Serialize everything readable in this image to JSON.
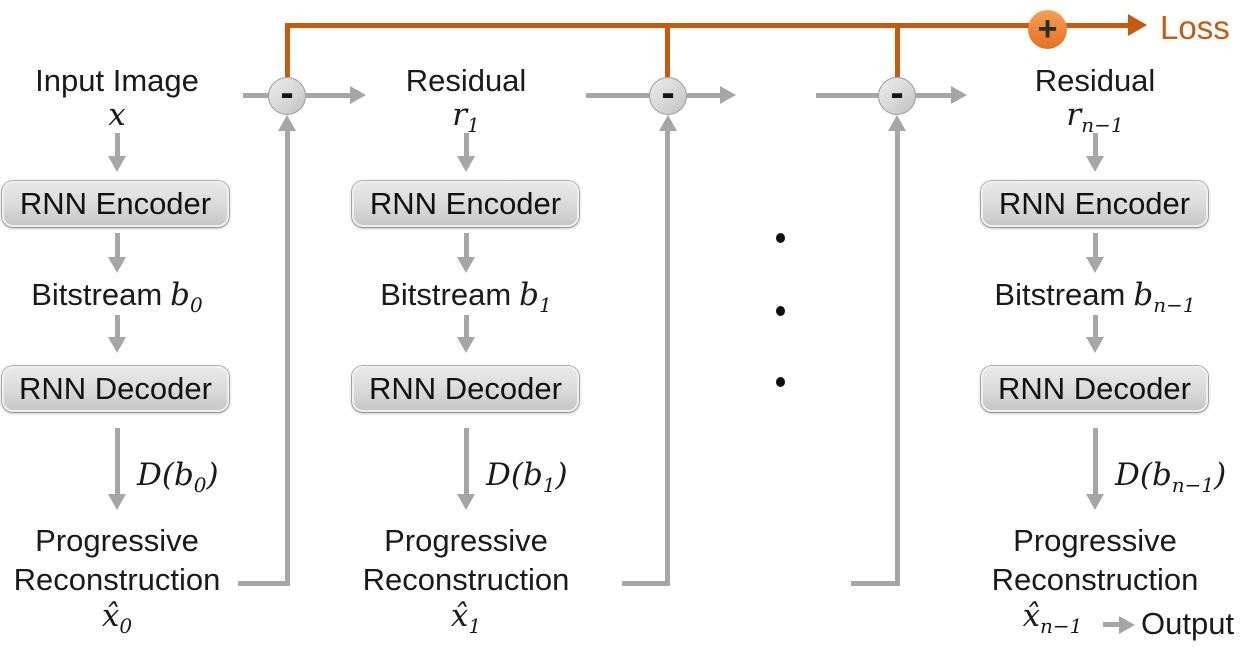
{
  "colors": {
    "loss_accent": "#C55A11",
    "plus_node_fill": "#ED7D31",
    "connector_gray": "#A6A6A6",
    "node_fill": "#D9D9D9"
  },
  "loss_node": {
    "plus_label": "+",
    "loss_label": "Loss"
  },
  "subtract_label": "-",
  "output_label": "Output",
  "continuation_icon": "vertical-ellipsis",
  "stages": [
    {
      "header": "Input Image",
      "variable": {
        "base": "x",
        "sub": ""
      },
      "encoder_label": "RNN Encoder",
      "bitstream_label": "Bitstream",
      "bitstream_var": {
        "base": "b",
        "sub": "0"
      },
      "decoder_label": "RNN Decoder",
      "decode_fn": {
        "pre": "D(b",
        "sub": "0",
        "post": ")"
      },
      "recon_line1": "Progressive",
      "recon_line2": "Reconstruction",
      "recon_var": {
        "base": "x̂",
        "sub": "0"
      }
    },
    {
      "header": "Residual",
      "variable": {
        "base": "r",
        "sub": "1"
      },
      "encoder_label": "RNN Encoder",
      "bitstream_label": "Bitstream",
      "bitstream_var": {
        "base": "b",
        "sub": "1"
      },
      "decoder_label": "RNN Decoder",
      "decode_fn": {
        "pre": "D(b",
        "sub": "1",
        "post": ")"
      },
      "recon_line1": "Progressive",
      "recon_line2": "Reconstruction",
      "recon_var": {
        "base": "x̂",
        "sub": "1"
      }
    },
    {
      "header": "Residual",
      "variable": {
        "base": "r",
        "sub": "n−1"
      },
      "encoder_label": "RNN Encoder",
      "bitstream_label": "Bitstream",
      "bitstream_var": {
        "base": "b",
        "sub": "n−1"
      },
      "decoder_label": "RNN Decoder",
      "decode_fn": {
        "pre": "D(b",
        "sub": "n−1",
        "post": ")"
      },
      "recon_line1": "Progressive",
      "recon_line2": "Reconstruction",
      "recon_var": {
        "base": "x̂",
        "sub": "n−1"
      }
    }
  ]
}
